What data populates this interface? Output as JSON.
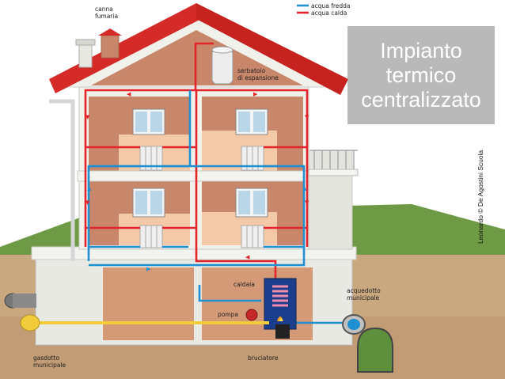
{
  "title": {
    "lines": [
      "Impianto",
      "termico",
      "centralizzato"
    ]
  },
  "credit": "Leonardo © De Agostini Scuola",
  "legend": [
    {
      "label": "acqua fredda",
      "color": "#1e8fd0"
    },
    {
      "label": "acqua calda",
      "color": "#e3242b"
    }
  ],
  "labels": {
    "chimney": [
      "canna",
      "fumaria"
    ],
    "tank": [
      "serbatoio",
      "di espansione"
    ],
    "boiler": "caldaia",
    "pump": "pompa",
    "burner": "bruciatore",
    "aqueduct": [
      "acquedotto",
      "municipale"
    ],
    "gas": [
      "gasdotto",
      "municipale"
    ]
  },
  "colors": {
    "roof": "#d42a28",
    "wall": "#c8866a",
    "interior": "#f3c9a8",
    "ground": "#c9a77f",
    "grass": "#6f9a45",
    "gas_pipe": "#f1cc3c"
  }
}
